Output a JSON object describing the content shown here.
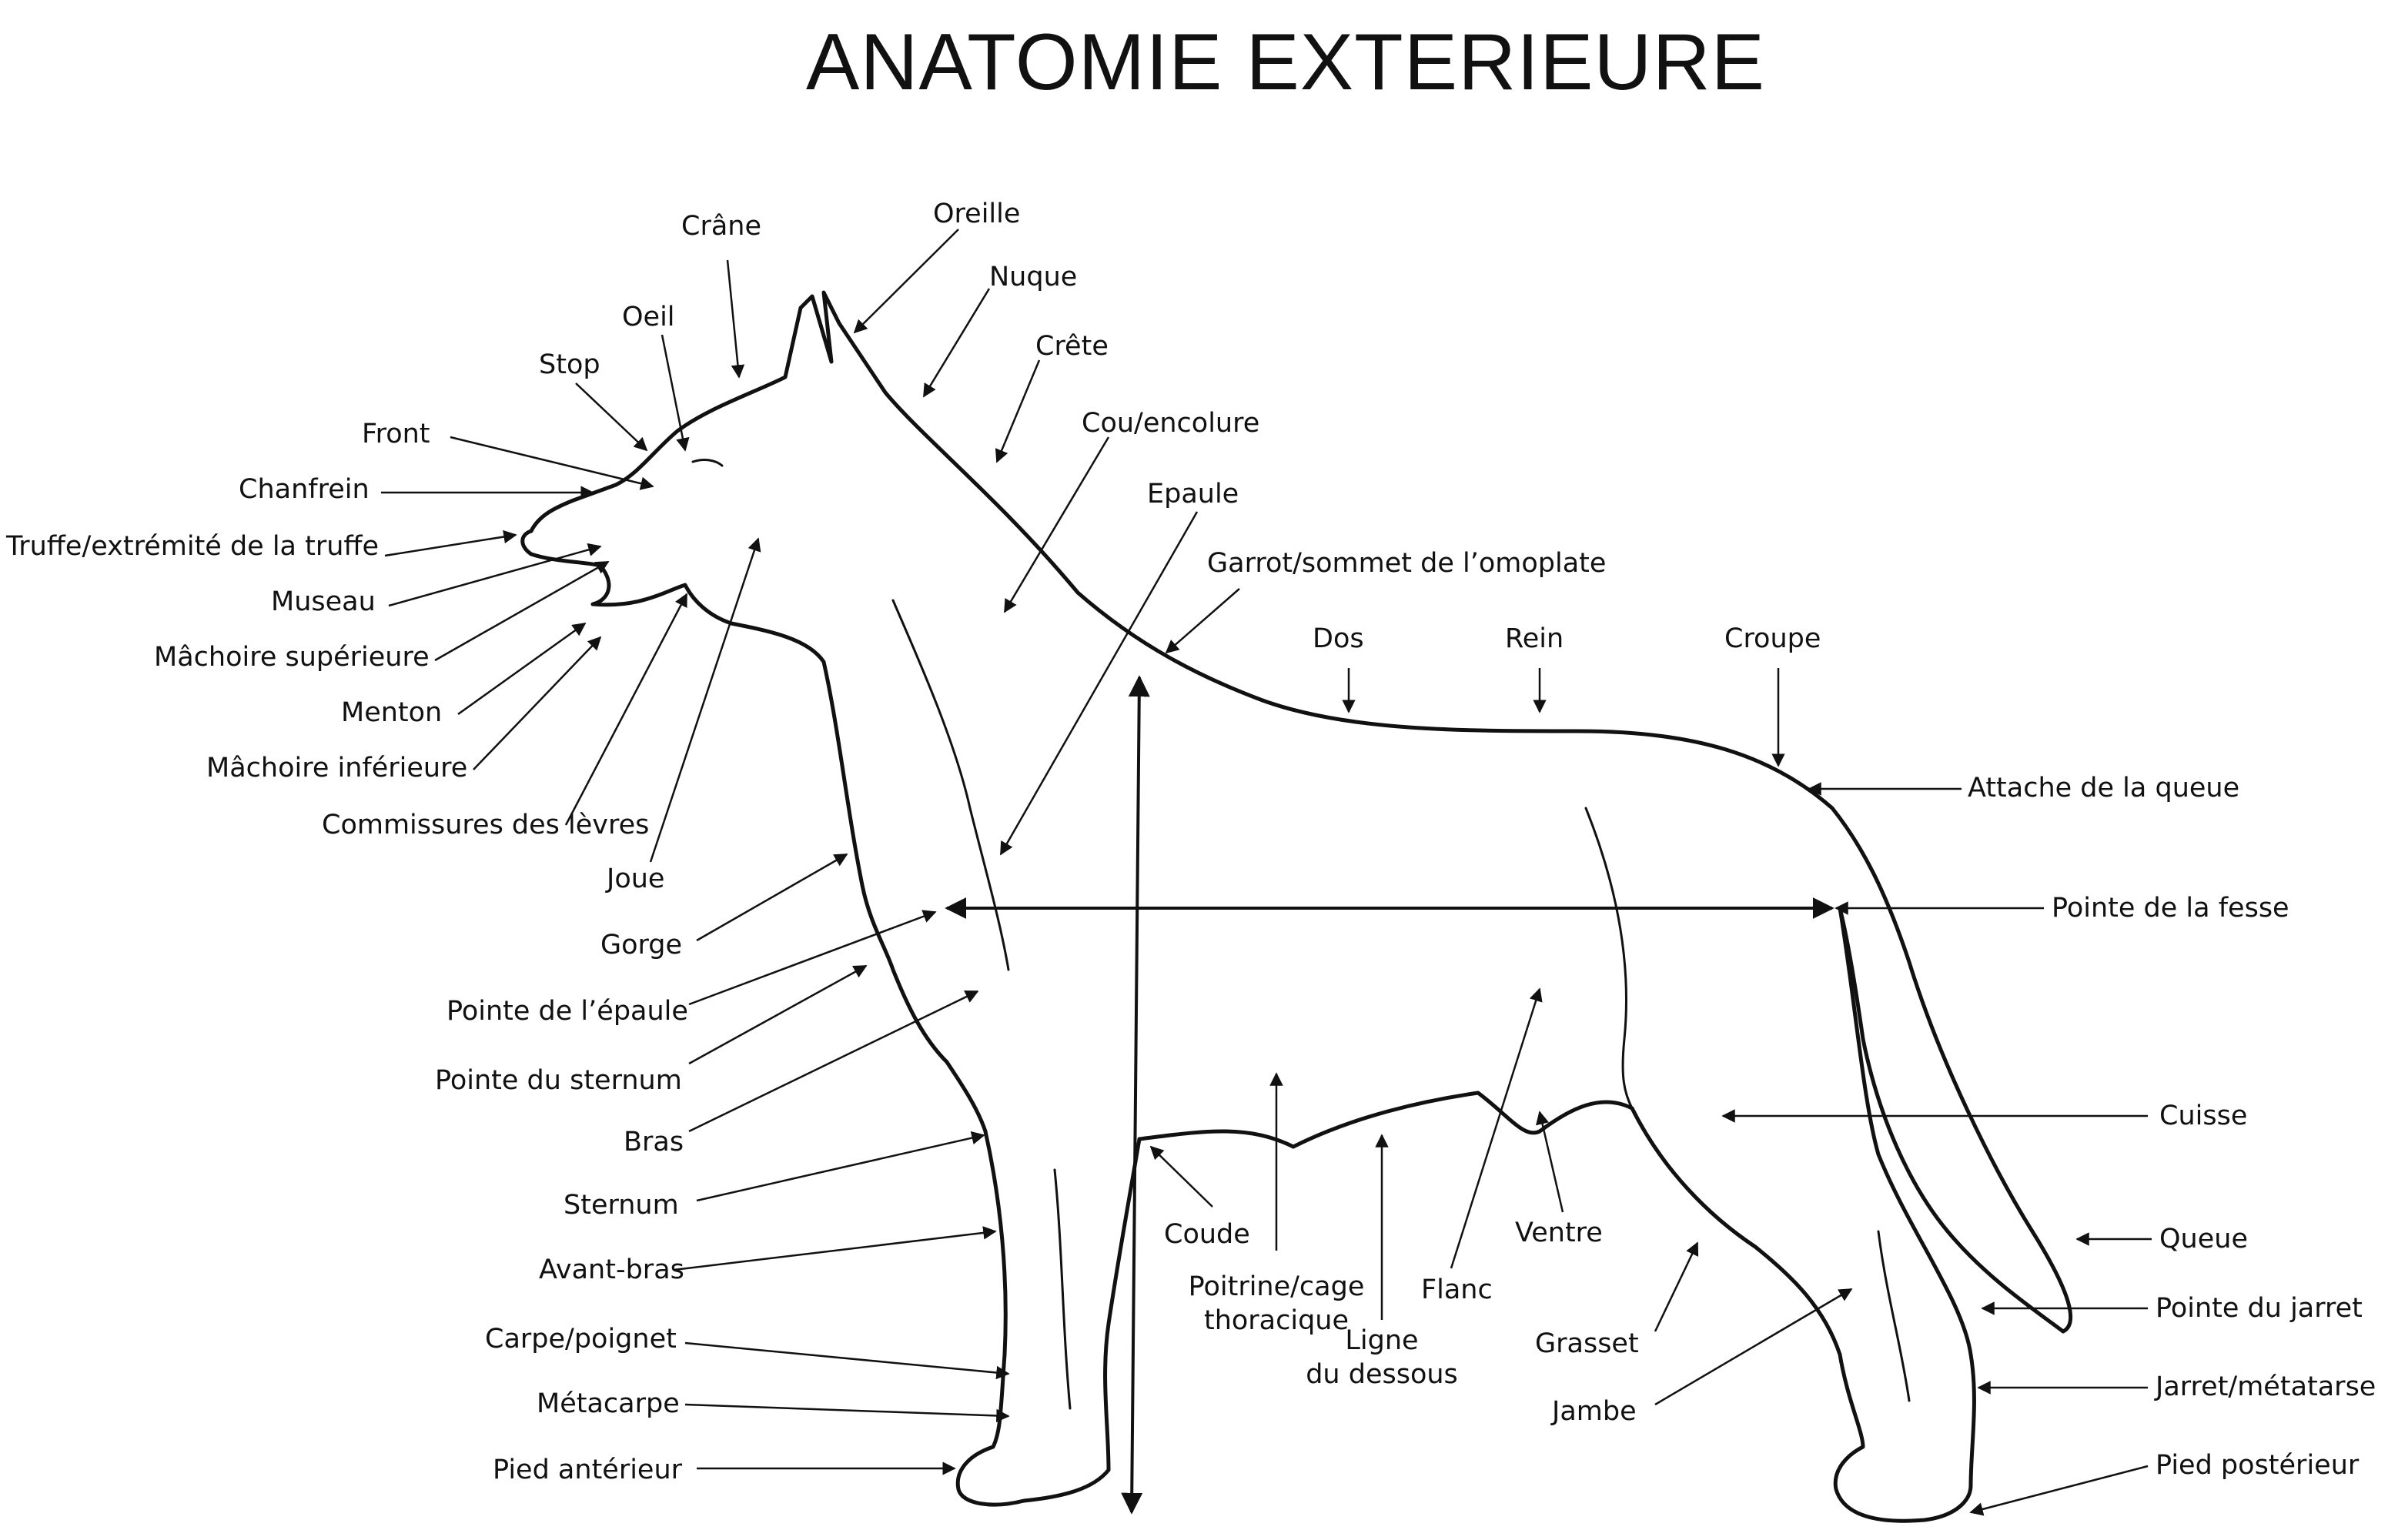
{
  "title": "ANATOMIE EXTERIEURE",
  "labels": {
    "crane": "Crâne",
    "oreille": "Oreille",
    "nuque": "Nuque",
    "crete": "Crête",
    "cou": "Cou/encolure",
    "epaule": "Epaule",
    "garrot": "Garrot/sommet de l’omoplate",
    "oeil": "Oeil",
    "stop": "Stop",
    "front": "Front",
    "chanfrein": "Chanfrein",
    "truffe": "Truffe/extrémité de la truffe",
    "museau": "Museau",
    "machoire_sup": "Mâchoire supérieure",
    "menton": "Menton",
    "machoire_inf": "Mâchoire inférieure",
    "commissures": "Commissures des lèvres",
    "joue": "Joue",
    "gorge": "Gorge",
    "pointe_epaule": "Pointe de l’épaule",
    "pointe_sternum": "Pointe du sternum",
    "bras": "Bras",
    "sternum": "Sternum",
    "avant_bras": "Avant-bras",
    "carpe": "Carpe/poignet",
    "metacarpe": "Métacarpe",
    "pied_ant": "Pied antérieur",
    "coude": "Coude",
    "poitrine_1": "Poitrine/cage",
    "poitrine_2": "thoracique",
    "ligne_1": "Ligne",
    "ligne_2": "du dessous",
    "flanc": "Flanc",
    "ventre": "Ventre",
    "grasset": "Grasset",
    "jambe": "Jambe",
    "dos": "Dos",
    "rein": "Rein",
    "croupe": "Croupe",
    "attache_queue": "Attache de la queue",
    "pointe_fesse": "Pointe de la fesse",
    "cuisse": "Cuisse",
    "queue": "Queue",
    "pointe_jarret": "Pointe du jarret",
    "jarret": "Jarret/métatarse",
    "pied_post": "Pied postérieur"
  }
}
